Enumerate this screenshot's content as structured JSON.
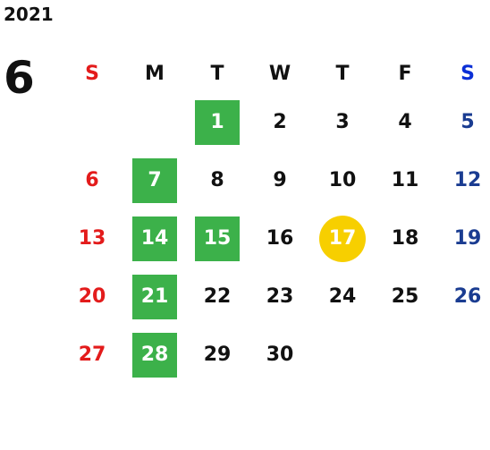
{
  "year": "2021",
  "month": "6",
  "weekdays": [
    "S",
    "M",
    "T",
    "W",
    "T",
    "F",
    "S"
  ],
  "colors": {
    "green_highlight": "#3cb14a",
    "today_circle": "#f7cf00",
    "sunday": "#e31b1b",
    "saturday": "#1a3c91",
    "saturday_header": "#0b2fd6"
  },
  "weeks": [
    [
      {
        "label": ""
      },
      {
        "label": ""
      },
      {
        "label": "1",
        "highlight": "green"
      },
      {
        "label": "2"
      },
      {
        "label": "3"
      },
      {
        "label": "4"
      },
      {
        "label": "5"
      }
    ],
    [
      {
        "label": "6"
      },
      {
        "label": "7",
        "highlight": "green"
      },
      {
        "label": "8"
      },
      {
        "label": "9"
      },
      {
        "label": "10"
      },
      {
        "label": "11"
      },
      {
        "label": "12"
      }
    ],
    [
      {
        "label": "13"
      },
      {
        "label": "14",
        "highlight": "green"
      },
      {
        "label": "15",
        "highlight": "green"
      },
      {
        "label": "16"
      },
      {
        "label": "17",
        "highlight": "today"
      },
      {
        "label": "18"
      },
      {
        "label": "19"
      }
    ],
    [
      {
        "label": "20"
      },
      {
        "label": "21",
        "highlight": "green"
      },
      {
        "label": "22"
      },
      {
        "label": "23"
      },
      {
        "label": "24"
      },
      {
        "label": "25"
      },
      {
        "label": "26"
      }
    ],
    [
      {
        "label": "27"
      },
      {
        "label": "28",
        "highlight": "green"
      },
      {
        "label": "29"
      },
      {
        "label": "30"
      },
      {
        "label": ""
      },
      {
        "label": ""
      },
      {
        "label": ""
      }
    ]
  ]
}
